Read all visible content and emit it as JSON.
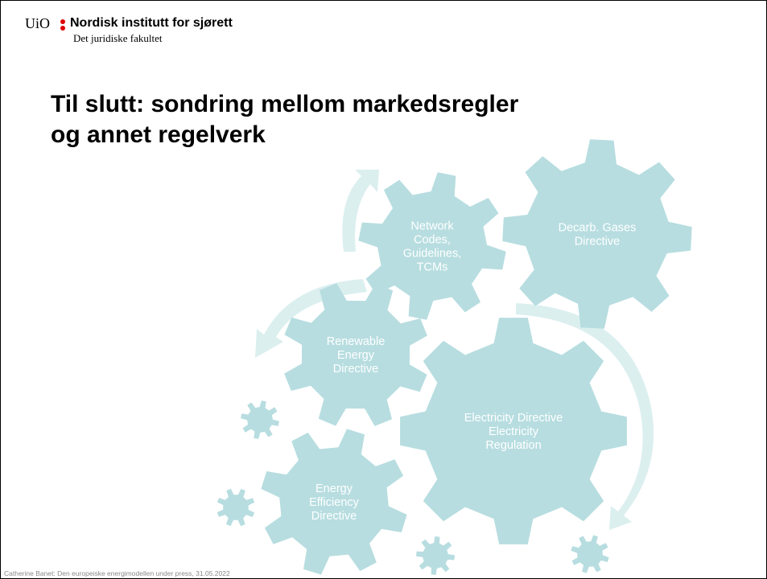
{
  "header": {
    "logo_uio": "UiO",
    "institute": "Nordisk institutt for sjørett",
    "faculty": "Det juridiske fakultet"
  },
  "title_lines": [
    "Til slutt: sondring mellom markedsregler",
    "og annet regelverk"
  ],
  "gears": [
    {
      "id": "network-codes",
      "lines": [
        "Network",
        "Codes,",
        "Guidelines,",
        "TCMs"
      ]
    },
    {
      "id": "decarb-gases",
      "lines": [
        "Decarb. Gases",
        "Directive"
      ]
    },
    {
      "id": "renewable-energy",
      "lines": [
        "Renewable",
        "Energy",
        "Directive"
      ]
    },
    {
      "id": "electricity",
      "lines": [
        "Electricity Directive",
        "Electricity",
        "Regulation"
      ]
    },
    {
      "id": "energy-efficiency",
      "lines": [
        "Energy",
        "Efficiency",
        "Directive"
      ]
    }
  ],
  "footer": "Catherine Banet: Den europeiske energimodellen under press, 31.05.2022",
  "colors": {
    "gear_fill": "#b7dde0",
    "arrow_fill": "#dcefef",
    "gear_text": "#ffffff",
    "logo_dots": "#dd0000"
  }
}
